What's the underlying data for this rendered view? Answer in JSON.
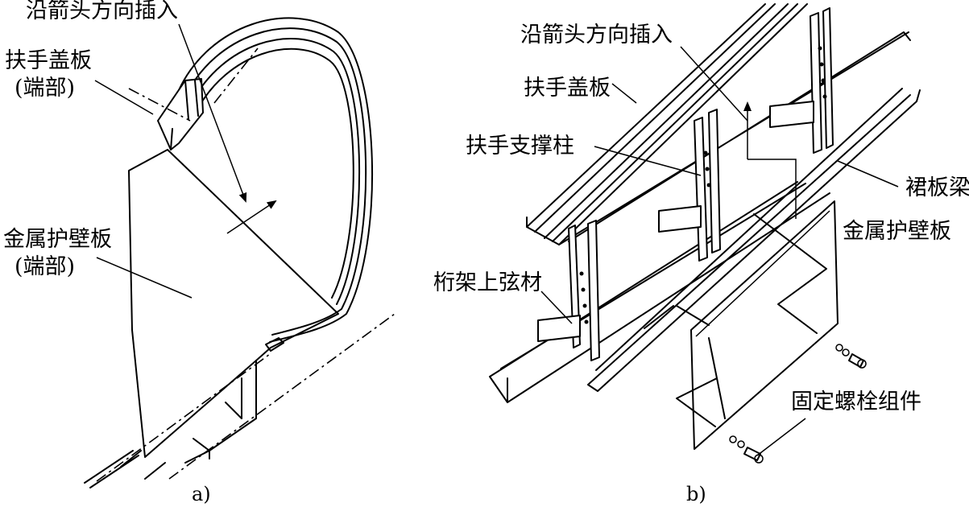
{
  "figure_a": {
    "caption": "a)",
    "labels": {
      "insert_direction": "沿箭头方向插入",
      "handrail_cover_line1": "扶手盖板",
      "handrail_cover_line2": "(端部)",
      "metal_panel_line1": "金属护壁板",
      "metal_panel_line2": "(端部)"
    }
  },
  "figure_b": {
    "caption": "b)",
    "labels": {
      "insert_direction": "沿箭头方向插入",
      "handrail_cover": "扶手盖板",
      "handrail_post": "扶手支撑柱",
      "skirt_beam": "裙板梁",
      "metal_panel": "金属护壁板",
      "truss_chord": "桁架上弦材",
      "bolt_assembly": "固定螺栓组件"
    }
  }
}
